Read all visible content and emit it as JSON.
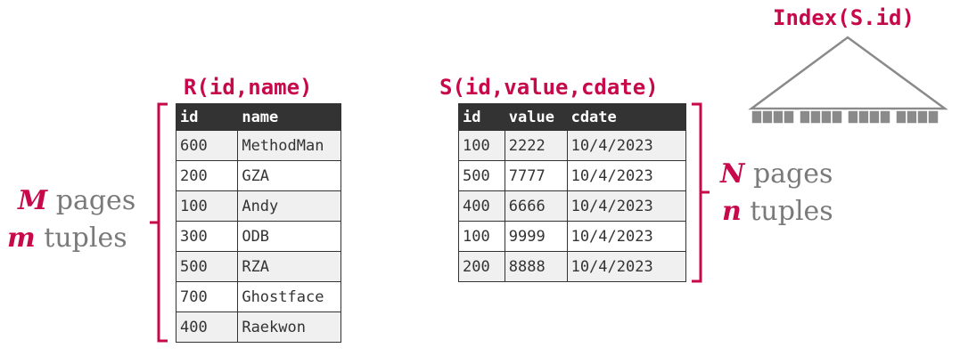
{
  "r_table": {
    "title": "R(id,name)",
    "headers": [
      "id",
      "name"
    ],
    "rows": [
      [
        "600",
        "MethodMan"
      ],
      [
        "200",
        "GZA"
      ],
      [
        "100",
        "Andy"
      ],
      [
        "300",
        "ODB"
      ],
      [
        "500",
        "RZA"
      ],
      [
        "700",
        "Ghostface"
      ],
      [
        "400",
        "Raekwon"
      ]
    ]
  },
  "s_table": {
    "title": "S(id,value,cdate)",
    "headers": [
      "id",
      "value",
      "cdate"
    ],
    "rows": [
      [
        "100",
        "2222",
        "10/4/2023"
      ],
      [
        "500",
        "7777",
        "10/4/2023"
      ],
      [
        "400",
        "6666",
        "10/4/2023"
      ],
      [
        "100",
        "9999",
        "10/4/2023"
      ],
      [
        "200",
        "8888",
        "10/4/2023"
      ]
    ]
  },
  "r_stats": {
    "pages_var": "M",
    "pages_label": "pages",
    "tuples_var": "m",
    "tuples_label": "tuples"
  },
  "s_stats": {
    "pages_var": "N",
    "pages_label": "pages",
    "tuples_var": "n",
    "tuples_label": "tuples"
  },
  "index": {
    "title": "Index(S.id)"
  },
  "colors": {
    "accent": "#c7084a",
    "header_bg": "#333333",
    "row_alt": "#f0f0f0",
    "tree": "#8a8a8a"
  }
}
